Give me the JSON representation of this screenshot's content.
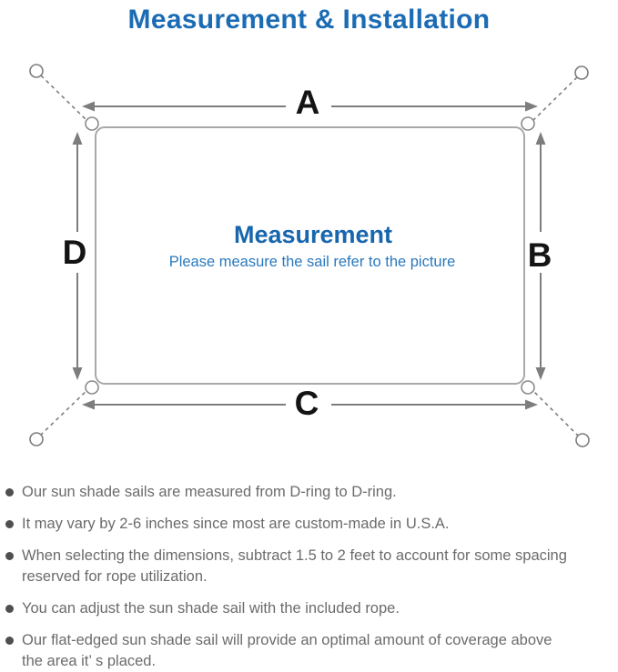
{
  "title": "Measurement & Installation",
  "diagram": {
    "center_title": "Measurement",
    "center_subtitle": "Please measure the sail refer to the picture",
    "labels": {
      "top": "A",
      "right": "B",
      "bottom": "C",
      "left": "D"
    }
  },
  "colors": {
    "accent_blue": "#1b6cb4",
    "subtitle_blue": "#2a79bd",
    "line_gray": "#7d7d7d",
    "note_text_gray": "#6b6b6b"
  },
  "notes": [
    "Our sun shade sails are measured from D-ring to D-ring.",
    "It may vary by 2-6 inches since most are custom-made in U.S.A.",
    "When selecting the dimensions, subtract 1.5 to 2 feet to account for some spacing\nreserved for rope utilization.",
    "You can adjust the sun shade sail with the included rope.",
    "Our flat-edged sun shade sail will provide an optimal amount of coverage above\nthe area it’ s placed."
  ]
}
